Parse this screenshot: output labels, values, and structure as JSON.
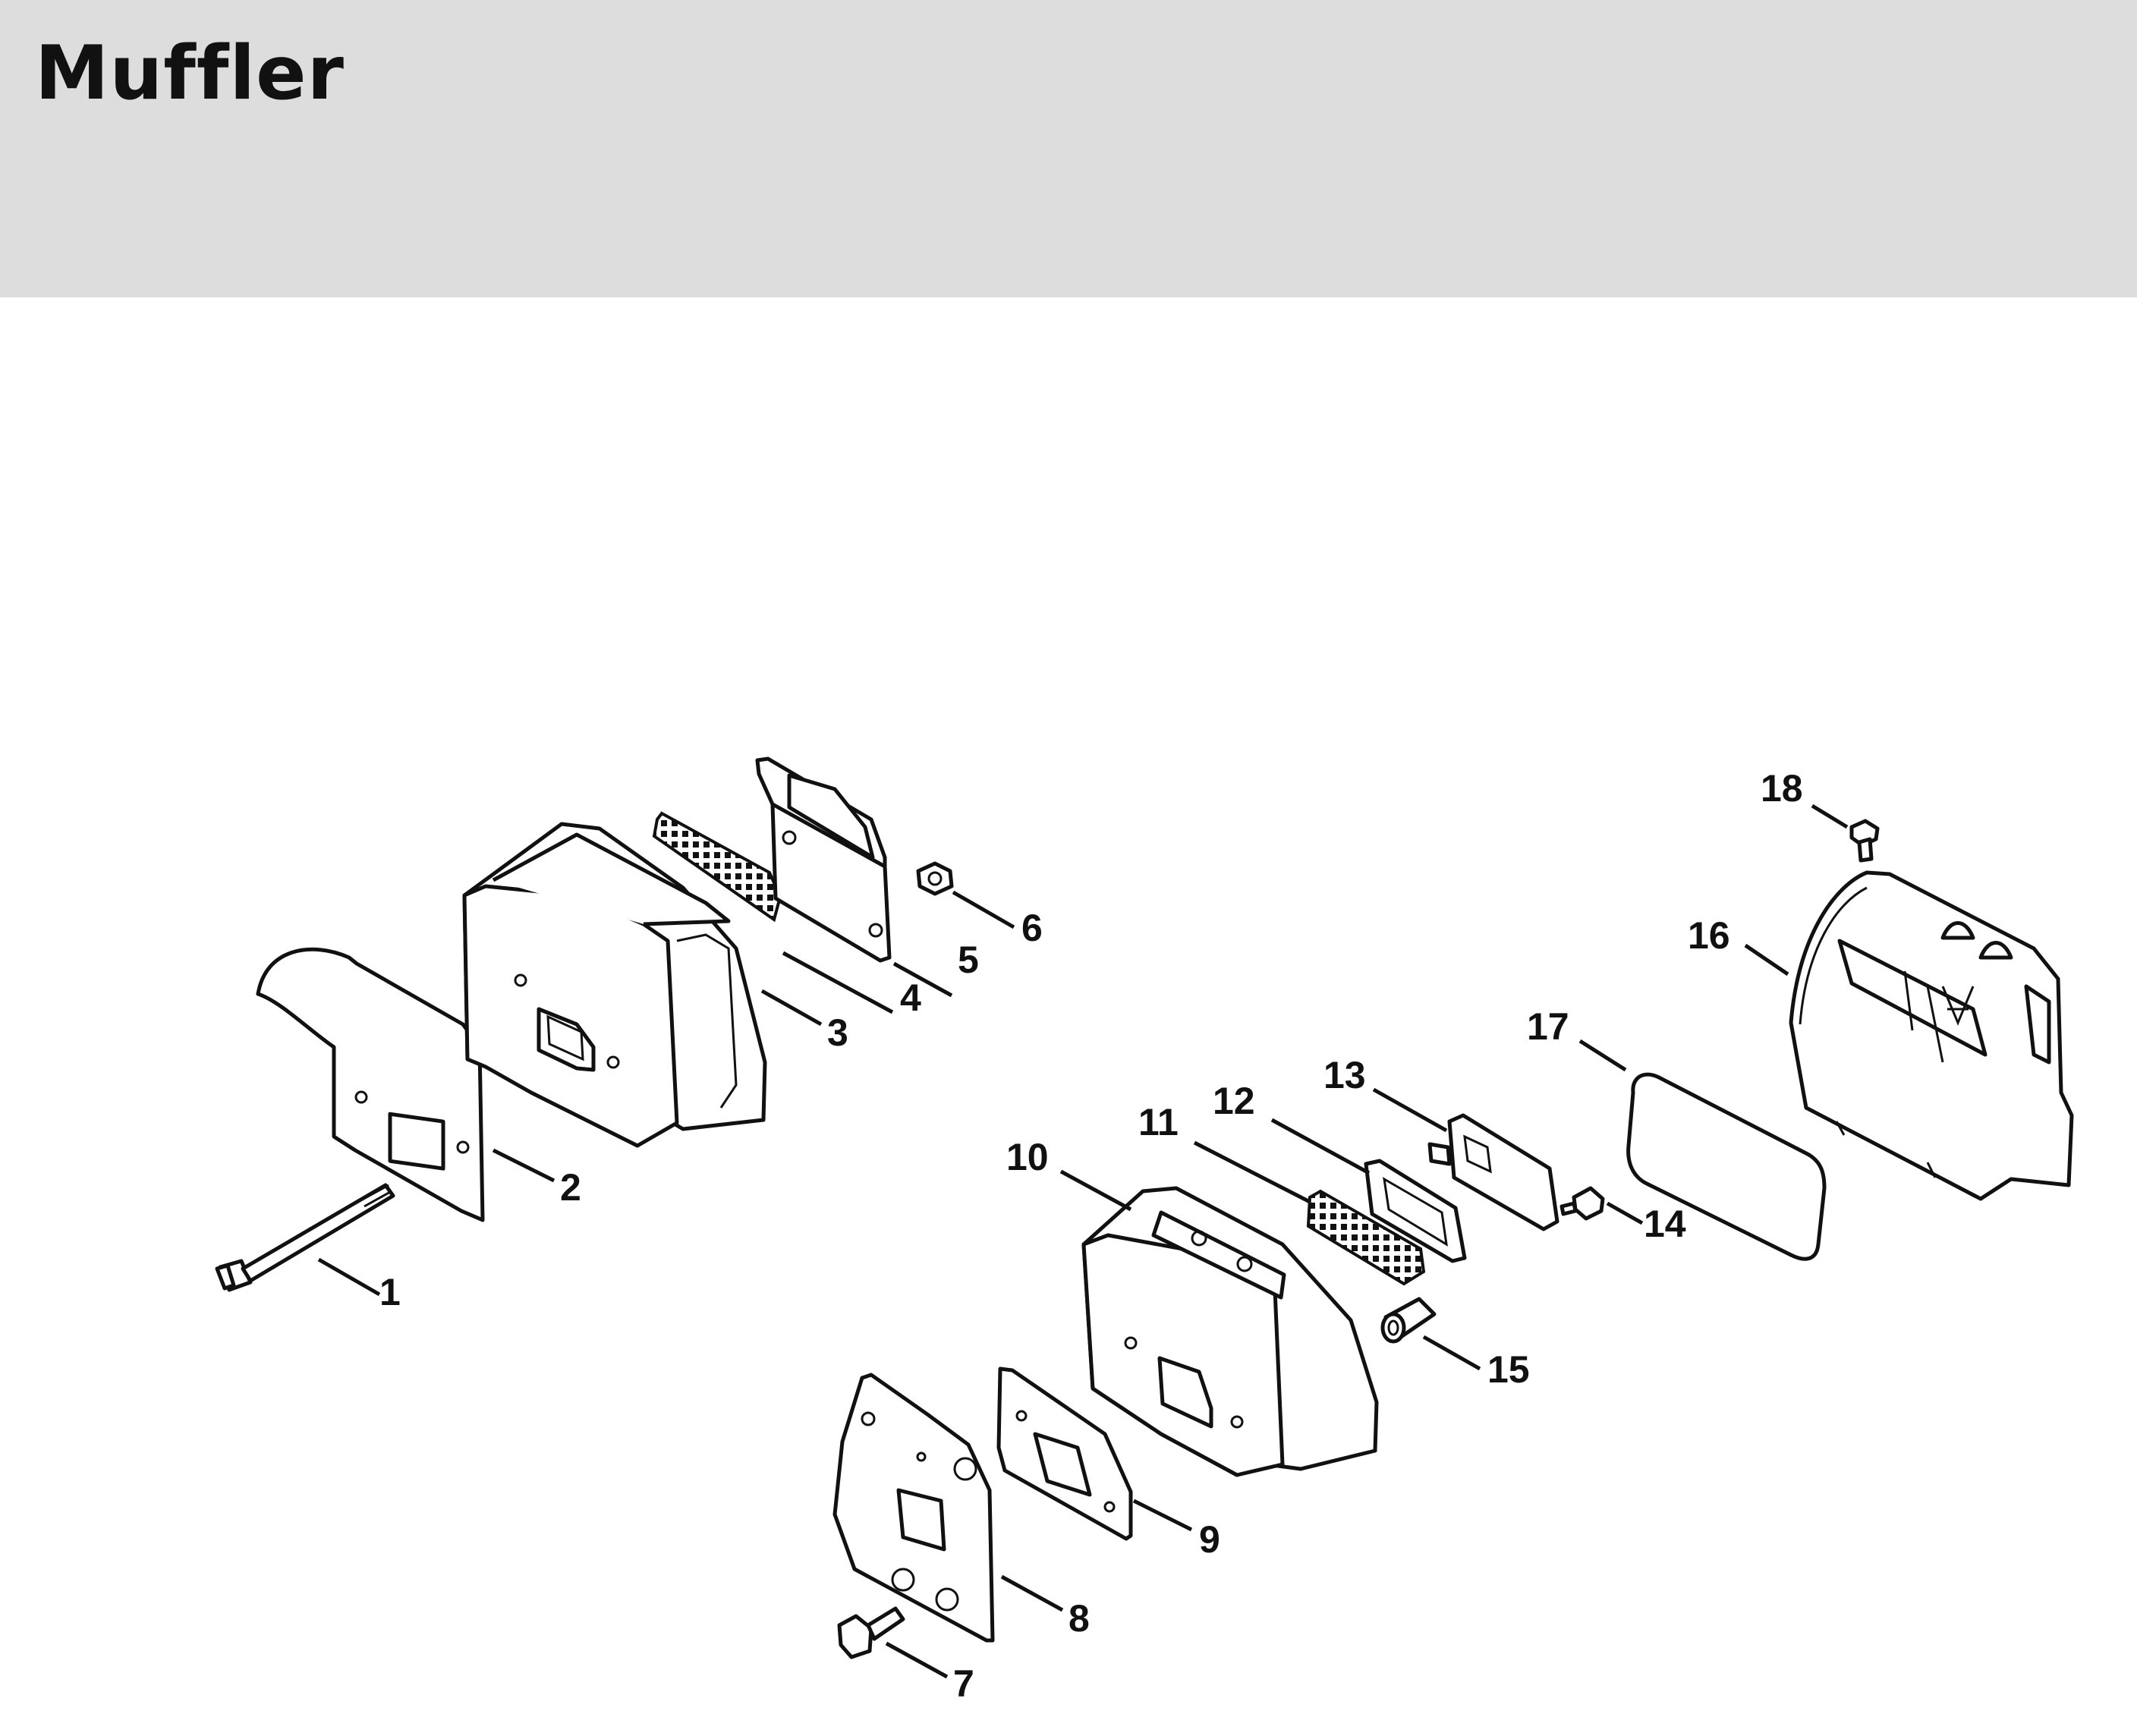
{
  "header": {
    "title": "Muffler"
  },
  "callouts": [
    {
      "id": "1",
      "label": "1"
    },
    {
      "id": "2",
      "label": "2"
    },
    {
      "id": "3",
      "label": "3"
    },
    {
      "id": "4",
      "label": "4"
    },
    {
      "id": "5",
      "label": "5"
    },
    {
      "id": "6",
      "label": "6"
    },
    {
      "id": "7",
      "label": "7"
    },
    {
      "id": "8",
      "label": "8"
    },
    {
      "id": "9",
      "label": "9"
    },
    {
      "id": "10",
      "label": "10"
    },
    {
      "id": "11",
      "label": "11"
    },
    {
      "id": "12",
      "label": "12"
    },
    {
      "id": "13",
      "label": "13"
    },
    {
      "id": "14",
      "label": "14"
    },
    {
      "id": "15",
      "label": "15"
    },
    {
      "id": "16",
      "label": "16"
    },
    {
      "id": "17",
      "label": "17"
    },
    {
      "id": "18",
      "label": "18"
    }
  ]
}
